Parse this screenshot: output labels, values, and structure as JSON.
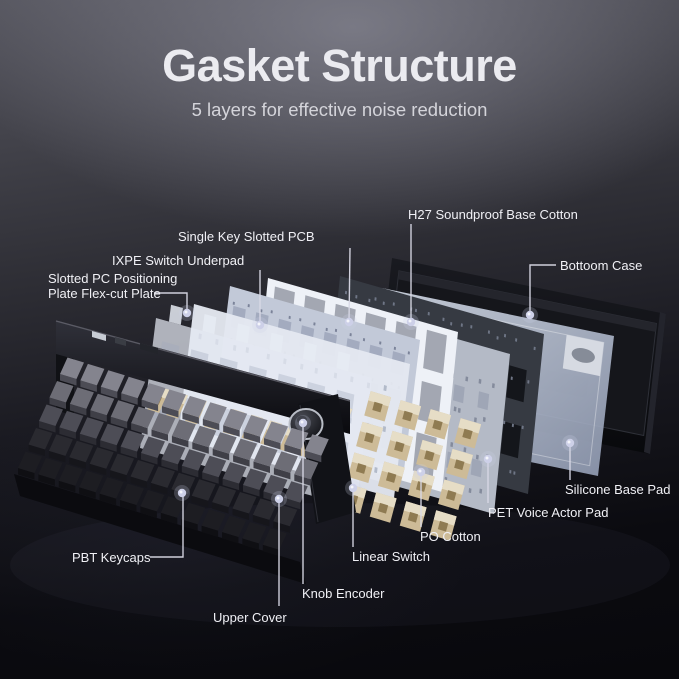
{
  "header": {
    "title": "Gasket Structure",
    "subtitle": "5 layers for effective noise reduction"
  },
  "callouts": {
    "h27_soundproof_base_cotton": {
      "label": "H27 Soundproof Base Cotton"
    },
    "single_key_slotted_pcb": {
      "label": "Single Key Slotted PCB"
    },
    "ixpe_switch_underpad": {
      "label": "IXPE Switch Underpad"
    },
    "slotted_pc_positioning_plate": {
      "label_line1": "Slotted PC Positioning",
      "label_line2": "Plate Flex-cut Plate"
    },
    "bottoom_case": {
      "label": "Bottoom Case"
    },
    "silicone_base_pad": {
      "label": "Silicone Base Pad"
    },
    "pet_voice_actor_pad": {
      "label": "PET Voice Actor Pad"
    },
    "po_cotton": {
      "label": "PO Cotton"
    },
    "linear_switch": {
      "label": "Linear Switch"
    },
    "knob_encoder": {
      "label": "Knob Encoder"
    },
    "upper_cover": {
      "label": "Upper Cover"
    },
    "pbt_keycaps": {
      "label": "PBT Keycaps"
    }
  },
  "layers": [
    {
      "id": "bottom-case",
      "color": "#0c0d11"
    },
    {
      "id": "silicone-base-pad",
      "color": "#b9c4da"
    },
    {
      "id": "h27-soundproof-base-cotton",
      "color": "#363a42"
    },
    {
      "id": "pet-voice-actor-pad",
      "color": "#b4bac6"
    },
    {
      "id": "po-cotton",
      "color": "#eef1f7"
    },
    {
      "id": "single-key-slotted-pcb",
      "color": "#c2c9d8"
    },
    {
      "id": "ixpe-switch-underpad",
      "color": "#e4e8f0"
    },
    {
      "id": "slotted-pc-positioning-plate",
      "color": "#e6ebf3"
    },
    {
      "id": "linear-switch",
      "color": "#cbb993"
    },
    {
      "id": "upper-cover",
      "color": "#131419"
    },
    {
      "id": "knob-encoder",
      "color": "#15161b"
    },
    {
      "id": "pbt-keycaps",
      "color": "#6e6e77"
    }
  ],
  "colors": {
    "background_top": "#6d6d76",
    "background_bottom": "#08080c",
    "title_text": "#ebebf0",
    "subtitle_text": "#d4d4da",
    "label_text": "#f0f0f5",
    "callout_line": "#d9d9e6",
    "callout_dot": "#cdd0e8",
    "switch_tan": "#cbb993",
    "keycap_gray": "#84848e",
    "keycap_black": "#1d1d22"
  }
}
